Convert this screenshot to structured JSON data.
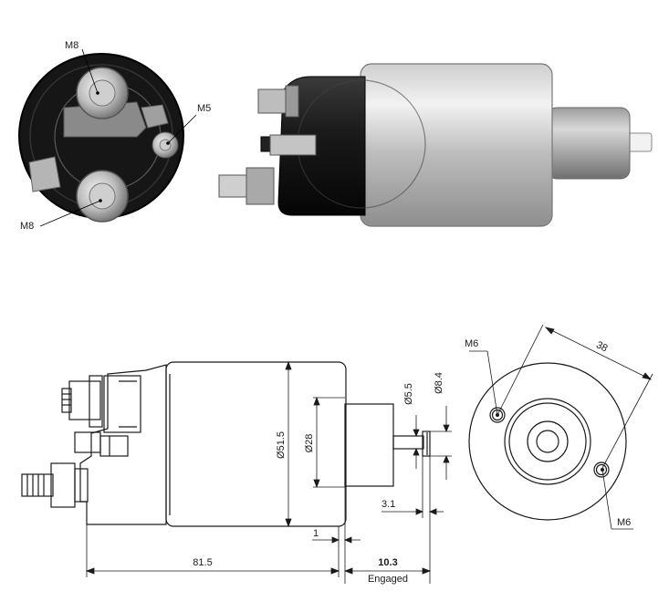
{
  "photo_end_view": {
    "labels": {
      "terminal_top": "M8",
      "terminal_side": "M5",
      "terminal_bottom": "M8"
    }
  },
  "side_view": {
    "dimensions": {
      "body_diameter": "Ø51.5",
      "boss_diameter": "Ø28",
      "shaft_diameter": "Ø5.5",
      "tip_diameter": "Ø8.4",
      "tip_offset": "3.1",
      "gap": "1",
      "overall_length": "81.5",
      "stroke": "10.3",
      "stroke_note": "Engaged"
    }
  },
  "flange_view": {
    "labels": {
      "hole_top": "M6",
      "hole_bottom": "M6",
      "hole_spacing": "38"
    }
  }
}
